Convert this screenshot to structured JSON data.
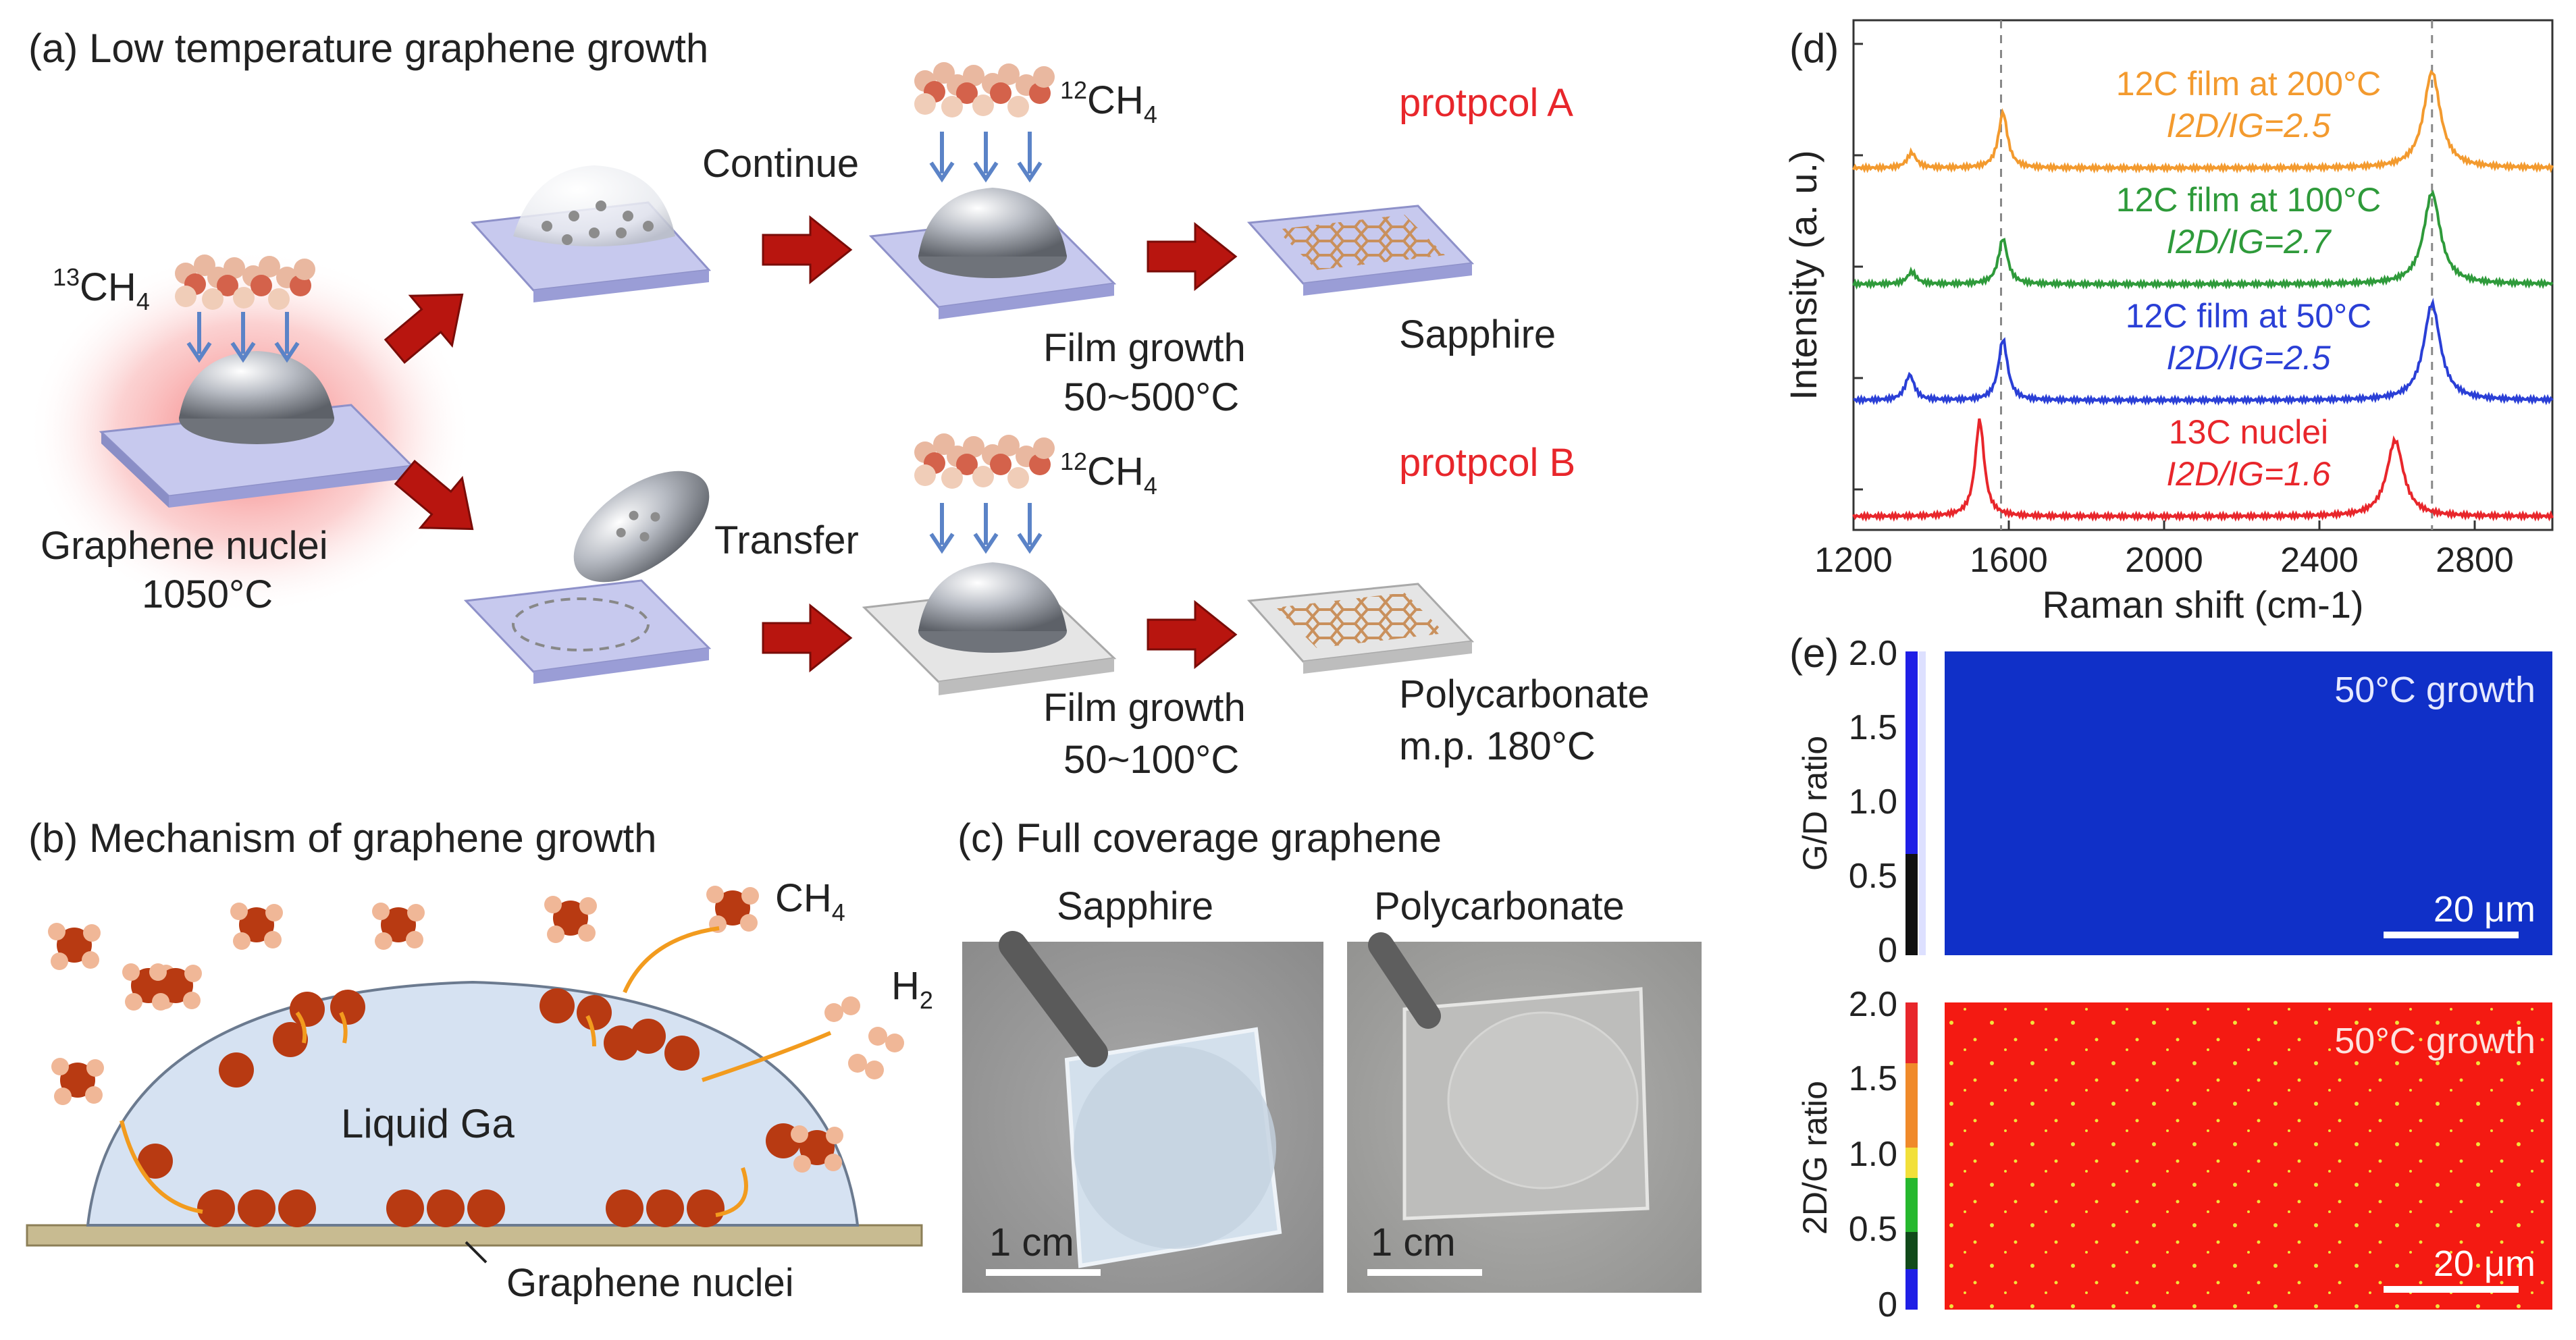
{
  "panel_a": {
    "title": "(a) Low temperature graphene growth",
    "ch4_13": "13CH4",
    "ch4_12_top": "12CH4",
    "ch4_12_bottom": "12CH4",
    "continue_label": "Continue",
    "transfer_label": "Transfer",
    "nuclei_label": "Graphene nuclei",
    "nuclei_temp": "1050°C",
    "protocol_a": "protpcol A",
    "protocol_b": "protpcol B",
    "film_growth_a": "Film growth",
    "film_temp_a": "50~500°C",
    "film_growth_b": "Film growth",
    "film_temp_b": "50~100°C",
    "substrate_a": "Sapphire",
    "substrate_b": "Polycarbonate",
    "substrate_b_mp": "m.p. 180°C"
  },
  "panel_b": {
    "title": "(b) Mechanism of graphene growth",
    "ch4": "CH4",
    "h2": "H2",
    "liquid": "Liquid Ga",
    "nuclei": "Graphene nuclei"
  },
  "panel_c": {
    "title": "(c) Full coverage graphene",
    "left_label": "Sapphire",
    "right_label": "Polycarbonate",
    "scale_left": "1 cm",
    "scale_right": "1 cm"
  },
  "panel_d": {
    "label": "(d)"
  },
  "panel_e": {
    "label": "(e)",
    "top_ylabel": "G/D ratio",
    "bottom_ylabel": "2D/G ratio",
    "top_caption": "50°C growth",
    "bottom_caption": "50°C growth",
    "top_scale": "20 μm",
    "bottom_scale": "20 μm",
    "colorbar_ticks": [
      "2.0",
      "1.5",
      "1.0",
      "0.5",
      "0"
    ],
    "top_map_color": "#1030c8",
    "bottom_map_color": "#f41a12"
  },
  "chart_data": {
    "type": "line",
    "xlabel": "Raman shift (cm-1)",
    "ylabel": "Intensity (a. u.)",
    "xlim": [
      1200,
      3000
    ],
    "xticks": [
      1200,
      1600,
      2000,
      2400,
      2800
    ],
    "reference_lines": [
      1580,
      2690
    ],
    "grid": false,
    "series": [
      {
        "name": "12C film at 200°C",
        "ratio": "I2D/IG=2.5",
        "color": "#f39a2e",
        "offset": 3,
        "peaks": [
          {
            "x": 1350,
            "h": 0.15
          },
          {
            "x": 1585,
            "h": 0.55
          },
          {
            "x": 2690,
            "h": 0.95
          }
        ]
      },
      {
        "name": "12C film at 100°C",
        "ratio": "I2D/IG=2.7",
        "color": "#2e9a3a",
        "offset": 2,
        "peaks": [
          {
            "x": 1350,
            "h": 0.12
          },
          {
            "x": 1585,
            "h": 0.45
          },
          {
            "x": 2690,
            "h": 0.9
          }
        ]
      },
      {
        "name": "12C film at 50°C",
        "ratio": "I2D/IG=2.5",
        "color": "#2a3fd6",
        "offset": 1,
        "peaks": [
          {
            "x": 1345,
            "h": 0.25
          },
          {
            "x": 1585,
            "h": 0.6
          },
          {
            "x": 2690,
            "h": 0.95
          }
        ]
      },
      {
        "name": "13C nuclei",
        "ratio": "I2D/IG=1.6",
        "color": "#e8262b",
        "offset": 0,
        "peaks": [
          {
            "x": 1525,
            "h": 0.95
          },
          {
            "x": 2595,
            "h": 0.75
          }
        ]
      }
    ]
  }
}
